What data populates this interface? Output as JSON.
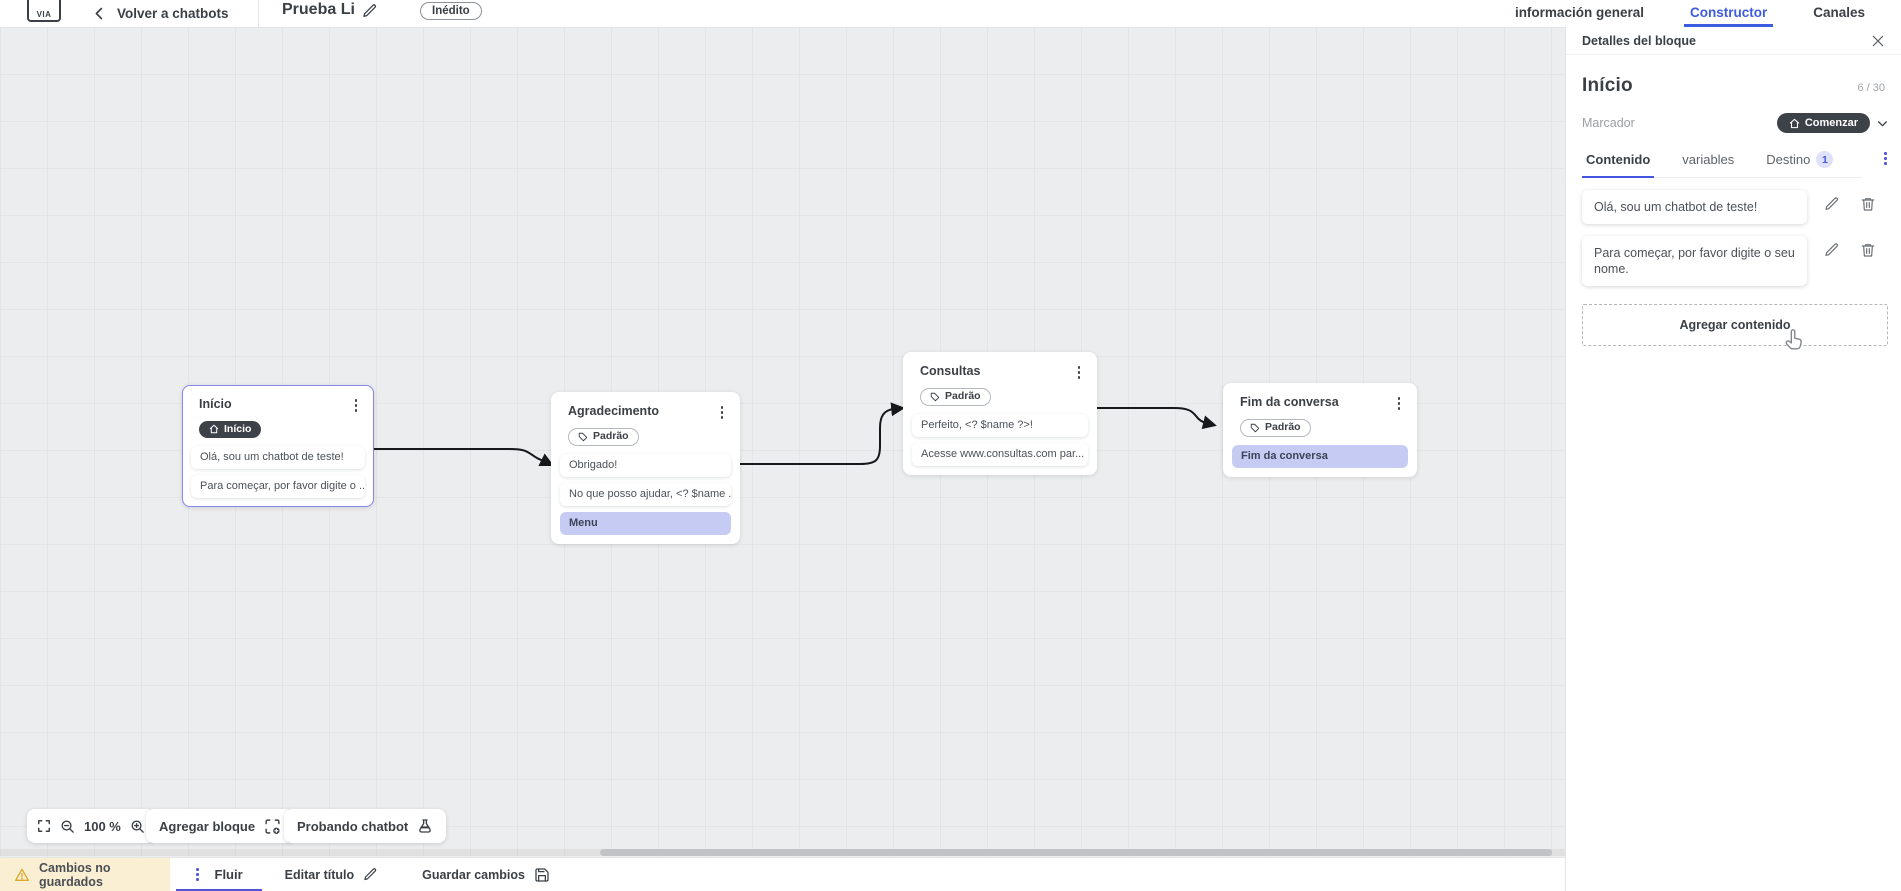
{
  "header": {
    "back_label": "Volver a chatbots",
    "title": "Prueba Li",
    "status": "Inédito",
    "tabs": [
      {
        "label": "información general",
        "active": false
      },
      {
        "label": "Constructor",
        "active": true
      },
      {
        "label": "Canales",
        "active": false
      }
    ]
  },
  "panel": {
    "header": "Detalles del bloque",
    "block_title": "Início",
    "counter": "6 / 30",
    "marker_label": "Marcador",
    "marker_value": "Comenzar",
    "tabs": [
      {
        "label": "Contenido",
        "active": true
      },
      {
        "label": "variables",
        "active": false
      },
      {
        "label": "Destino",
        "active": false,
        "badge": "1"
      }
    ],
    "messages": [
      "Olá, sou um chatbot de teste!",
      "Para começar, por favor digite o seu nome."
    ],
    "add_content": "Agregar contenido"
  },
  "canvas": {
    "nodes": [
      {
        "title": "Início",
        "badge": "Início",
        "badge_style": "start",
        "cards": [
          "Olá, sou um chatbot de teste!",
          "Para começar, por favor digite o ..."
        ]
      },
      {
        "title": "Agradecimento",
        "badge": "Padrão",
        "badge_style": "default",
        "cards": [
          "Obrigado!",
          "No que posso ajudar, <? $name ...",
          "Menu"
        ]
      },
      {
        "title": "Consultas",
        "badge": "Padrão",
        "badge_style": "default",
        "cards": [
          "Perfeito, <? $name ?>!",
          "Acesse www.consultas.com par..."
        ]
      },
      {
        "title": "Fim da conversa",
        "badge": "Padrão",
        "badge_style": "default",
        "cards": [
          "Fim da conversa"
        ]
      }
    ],
    "controls": {
      "zoom_level": "100 %",
      "add_block": "Agregar bloque",
      "test_chatbot": "Probando chatbot"
    }
  },
  "footer": {
    "unsaved": "Cambios no guardados",
    "flow_tab": "Fluir",
    "edit_title": "Editar título",
    "save": "Guardar cambios"
  },
  "colors": {
    "accent_blue": "#3d5be0",
    "accent_indigo": "#5356d6",
    "dark_pill": "#3d4249",
    "selected_node_border": "#8487ef",
    "menu_card_bg": "#c6cbf4",
    "badge_lavender_bg": "#dfe1fb",
    "warning_bg": "#fbefd3",
    "warning_icon": "#dda72a",
    "canvas_bg": "#ecedee"
  }
}
